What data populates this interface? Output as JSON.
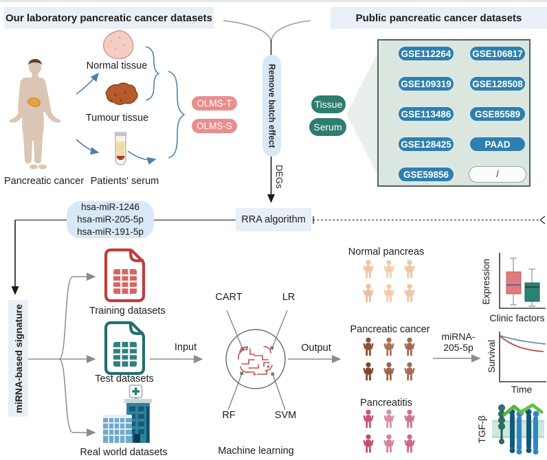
{
  "headers": {
    "left": "Our laboratory pancreatic cancer datasets",
    "right": "Public pancreatic cancer datasets"
  },
  "lab": {
    "person_label": "Pancreatic cancer",
    "samples": {
      "normal": "Normal tissue",
      "tumour": "Tumour tissue",
      "serum": "Patients' serum"
    },
    "olms": [
      "OLMS-T",
      "OLMS-S"
    ]
  },
  "pipeline": {
    "remove_batch_effect": "Remove batch effect",
    "degs": "DEGs",
    "rra": "RRA algorithm"
  },
  "public": {
    "sample_types": [
      "Tissue",
      "Serum"
    ],
    "dataset_columns": [
      [
        "GSE112264",
        "GSE109319",
        "GSE113486",
        "GSE128425",
        "GSE59856"
      ],
      [
        "GSE106817",
        "GSE128508",
        "GSE85589",
        "PAAD",
        "/"
      ]
    ]
  },
  "mirna_panel": {
    "lines": [
      "hsa-miR-1246",
      "hsa-miR-205-5p",
      "hsa-miR-191-5p"
    ]
  },
  "signature_label": "miRNA-based signature",
  "datasets": {
    "training": "Training datasets",
    "test": "Test datasets",
    "real_world": "Real world datasets"
  },
  "flow": {
    "input": "Input",
    "output": "Output"
  },
  "ml": {
    "cart": "CART",
    "lr": "LR",
    "rf": "RF",
    "svm": "SVM",
    "caption": "Machine learning"
  },
  "cohorts": [
    {
      "label": "Normal pancreas",
      "colors": [
        "#eec4a4",
        "#f3cdb0",
        "#f0c6a6",
        "#eabf9e",
        "#f2cbae",
        "#efc5a6"
      ]
    },
    {
      "label": "Pancreatic cancer",
      "colors": [
        "#8d4e36",
        "#a8735a",
        "#a06b52",
        "#7f4630",
        "#9c664c",
        "#a36e55"
      ]
    },
    {
      "label": "Pancreatitis",
      "colors": [
        "#c65873",
        "#da8ca4",
        "#d3718d",
        "#c04f6b",
        "#d57f9a",
        "#cc6884"
      ]
    }
  ],
  "mirna_effect": {
    "line1": "miRNA-",
    "line2": "205-5p"
  },
  "expression_chart": {
    "ylabel": "Expression",
    "xlabel": "Clinic factors",
    "box_high_color": "#e07a7c",
    "box_low_color": "#2e8074"
  },
  "survival_chart": {
    "ylabel": "Survival",
    "xlabel": "Time",
    "line_top_color": "#5f93a0",
    "line_bottom_color": "#b94a4a"
  },
  "tgf_label": "TGF-β",
  "palette": {
    "header_bg": "#e9eff6",
    "capsule_bg": "#d8e8f7",
    "gse_pill": "#2f7fae",
    "sample_type_pill": "#2e7d6e",
    "olms_pill": "#e98e8e",
    "panel_bg": "#dbe6df",
    "panel_border": "#51635d",
    "training_icon": "#c23b3c",
    "test_icon": "#226f6e",
    "arrow_blue": "#4c80ab",
    "arrow_gray": "#8c8c8c",
    "brain_red": "#c05050"
  }
}
